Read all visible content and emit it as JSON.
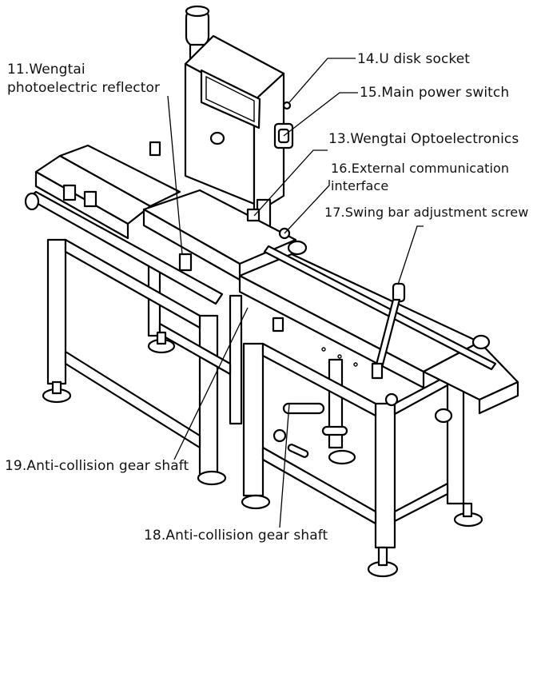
{
  "labels": {
    "l11_line1": "11.Wengtai",
    "l11_line2": "photoelectric reflector",
    "l14": "14.U disk socket",
    "l15": "15.Main power switch",
    "l13": "13.Wengtai Optoelectronics",
    "l16_line1": "16.External communication",
    "l16_line2": "interface",
    "l17": "17.Swing bar adjustment screw",
    "l19": "19.Anti-collision gear shaft",
    "l18": "18.Anti-collision gear shaft"
  }
}
